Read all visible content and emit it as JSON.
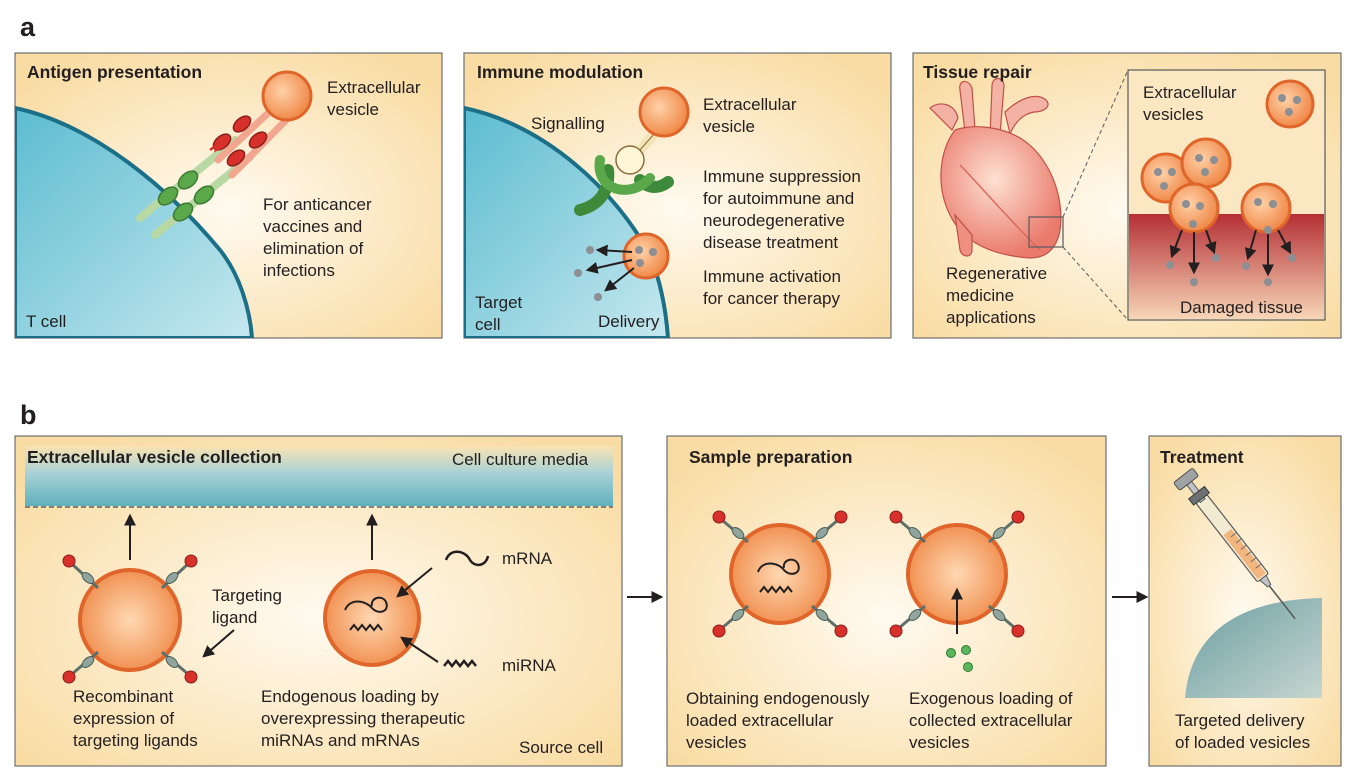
{
  "panel_a": {
    "letter": "a",
    "antigen": {
      "title": "Antigen presentation",
      "vesicle_label": [
        "Extracellular",
        "vesicle"
      ],
      "description": [
        "For anticancer",
        "vaccines and",
        "elimination of",
        "infections"
      ],
      "cell_label": "T cell"
    },
    "immune": {
      "title": "Immune modulation",
      "vesicle_label": [
        "Extracellular",
        "vesicle"
      ],
      "signalling": "Signalling",
      "suppression": [
        "Immune suppression",
        "for autoimmune and",
        "neurodegenerative",
        "disease treatment"
      ],
      "activation": [
        "Immune activation",
        "for cancer therapy"
      ],
      "cell_label": [
        "Target",
        "cell"
      ],
      "delivery": "Delivery"
    },
    "tissue": {
      "title": "Tissue repair",
      "vesicles_label": [
        "Extracellular",
        "vesicles"
      ],
      "regenerative": [
        "Regenerative",
        "medicine",
        "applications"
      ],
      "damaged": "Damaged tissue"
    }
  },
  "panel_b": {
    "letter": "b",
    "collection": {
      "title": "Extracellular vesicle collection",
      "media": "Cell culture media",
      "ligand": [
        "Targeting",
        "ligand"
      ],
      "mrna": "mRNA",
      "mirna": "miRNA",
      "recombinant": [
        "Recombinant",
        "expression of",
        "targeting ligands"
      ],
      "endogenous": [
        "Endogenous loading by",
        "overexpressing therapeutic",
        "miRNAs and mRNAs"
      ],
      "source_cell": "Source cell"
    },
    "preparation": {
      "title": "Sample preparation",
      "obtaining": [
        "Obtaining endogenously",
        "loaded extracellular",
        "vesicles"
      ],
      "exogenous": [
        "Exogenous loading of",
        "collected extracellular",
        "vesicles"
      ]
    },
    "treatment": {
      "title": "Treatment",
      "targeted": [
        "Targeted delivery",
        "of loaded vesicles"
      ]
    }
  },
  "colors": {
    "panel_bg": "#fbe3b2",
    "panel_border": "#6d6e71",
    "vesicle": "#f0854a",
    "cell": "#4fb3c7",
    "tissue": "#c43a3a",
    "ligand_red": "#d8302b",
    "receptor_green": "#5aa84a"
  }
}
